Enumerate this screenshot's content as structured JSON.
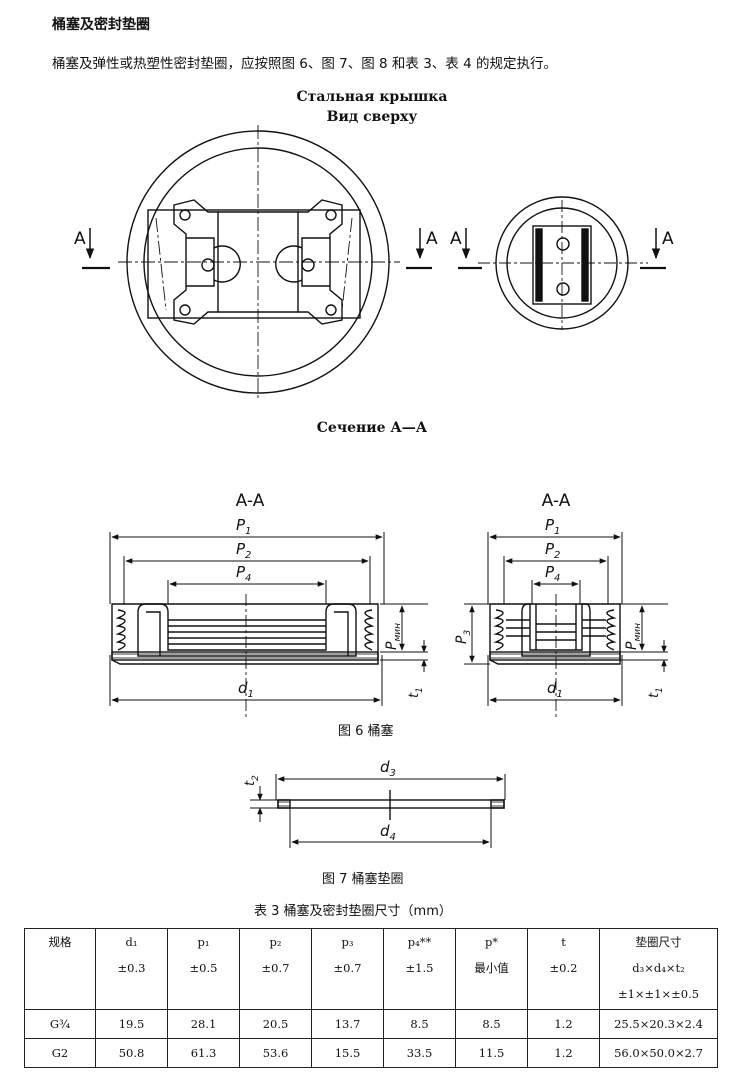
{
  "section_title": "桶塞及密封垫圈",
  "intro_text": "桶塞及弹性或热塑性密封垫圈，应按照图 6、图 7、图 8 和表 3、表 4 的规定执行。",
  "top_figure": {
    "title_line1": "Стальная крышка",
    "title_line2": "Вид сверху",
    "section_caption": "Сечение А—А",
    "section_marker": "A"
  },
  "figure6": {
    "section_label": "A-A",
    "label_p": "P",
    "sub_1": "1",
    "sub_2": "2",
    "sub_3": "3",
    "sub_4": "4",
    "label_pmin_sub": "мин",
    "label_d": "d",
    "label_t": "t",
    "caption": "图 6  桶塞"
  },
  "figure7": {
    "label_d": "d",
    "sub_3": "3",
    "sub_4": "4",
    "label_t": "t",
    "sub_2": "2",
    "caption": "图 7  桶塞垫圈"
  },
  "table3": {
    "title": "表 3  桶塞及密封垫圈尺寸（mm）",
    "headers": [
      {
        "line1": "规格",
        "line2": "",
        "line3": ""
      },
      {
        "line1": "d₁",
        "line2": "±0.3",
        "line3": ""
      },
      {
        "line1": "p₁",
        "line2": "±0.5",
        "line3": ""
      },
      {
        "line1": "p₂",
        "line2": "±0.7",
        "line3": ""
      },
      {
        "line1": "p₃",
        "line2": "±0.7",
        "line3": ""
      },
      {
        "line1": "p₄**",
        "line2": "±1.5",
        "line3": ""
      },
      {
        "line1": "p*",
        "line2": "最小值",
        "line3": ""
      },
      {
        "line1": "t",
        "line2": "±0.2",
        "line3": ""
      },
      {
        "line1": "垫圈尺寸",
        "line2": "d₃×d₄×t₂",
        "line3": "±1×±1×±0.5"
      }
    ],
    "rows": [
      [
        "G¾",
        "19.5",
        "28.1",
        "20.5",
        "13.7",
        "8.5",
        "8.5",
        "1.2",
        "25.5×20.3×2.4"
      ],
      [
        "G2",
        "50.8",
        "61.3",
        "53.6",
        "15.5",
        "33.5",
        "11.5",
        "1.2",
        "56.0×50.0×2.7"
      ]
    ]
  }
}
